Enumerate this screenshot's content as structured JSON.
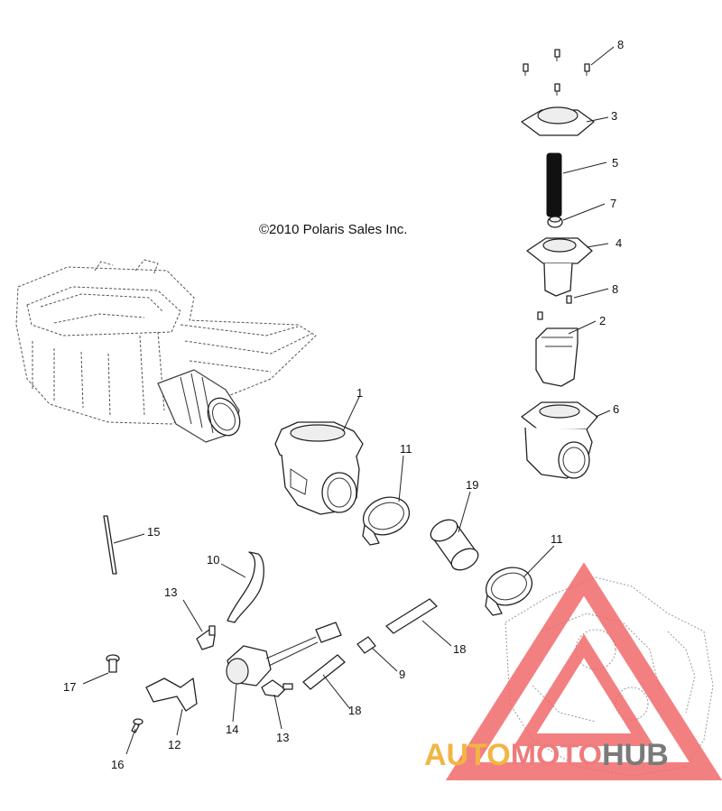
{
  "copyright": "©2010  Polaris Sales Inc.",
  "watermark": {
    "part1": "AUTO",
    "part2": "MOTO",
    "part3": "HUB",
    "colors": {
      "auto": "#f2b544",
      "moto": "#ef7b7b",
      "hub": "#7a7a7a",
      "triangle": "#f16a6a"
    }
  },
  "callouts": [
    "1",
    "2",
    "3",
    "4",
    "5",
    "6",
    "7",
    "8",
    "8",
    "9",
    "10",
    "11",
    "11",
    "12",
    "13",
    "13",
    "14",
    "15",
    "16",
    "17",
    "18",
    "18",
    "19"
  ]
}
